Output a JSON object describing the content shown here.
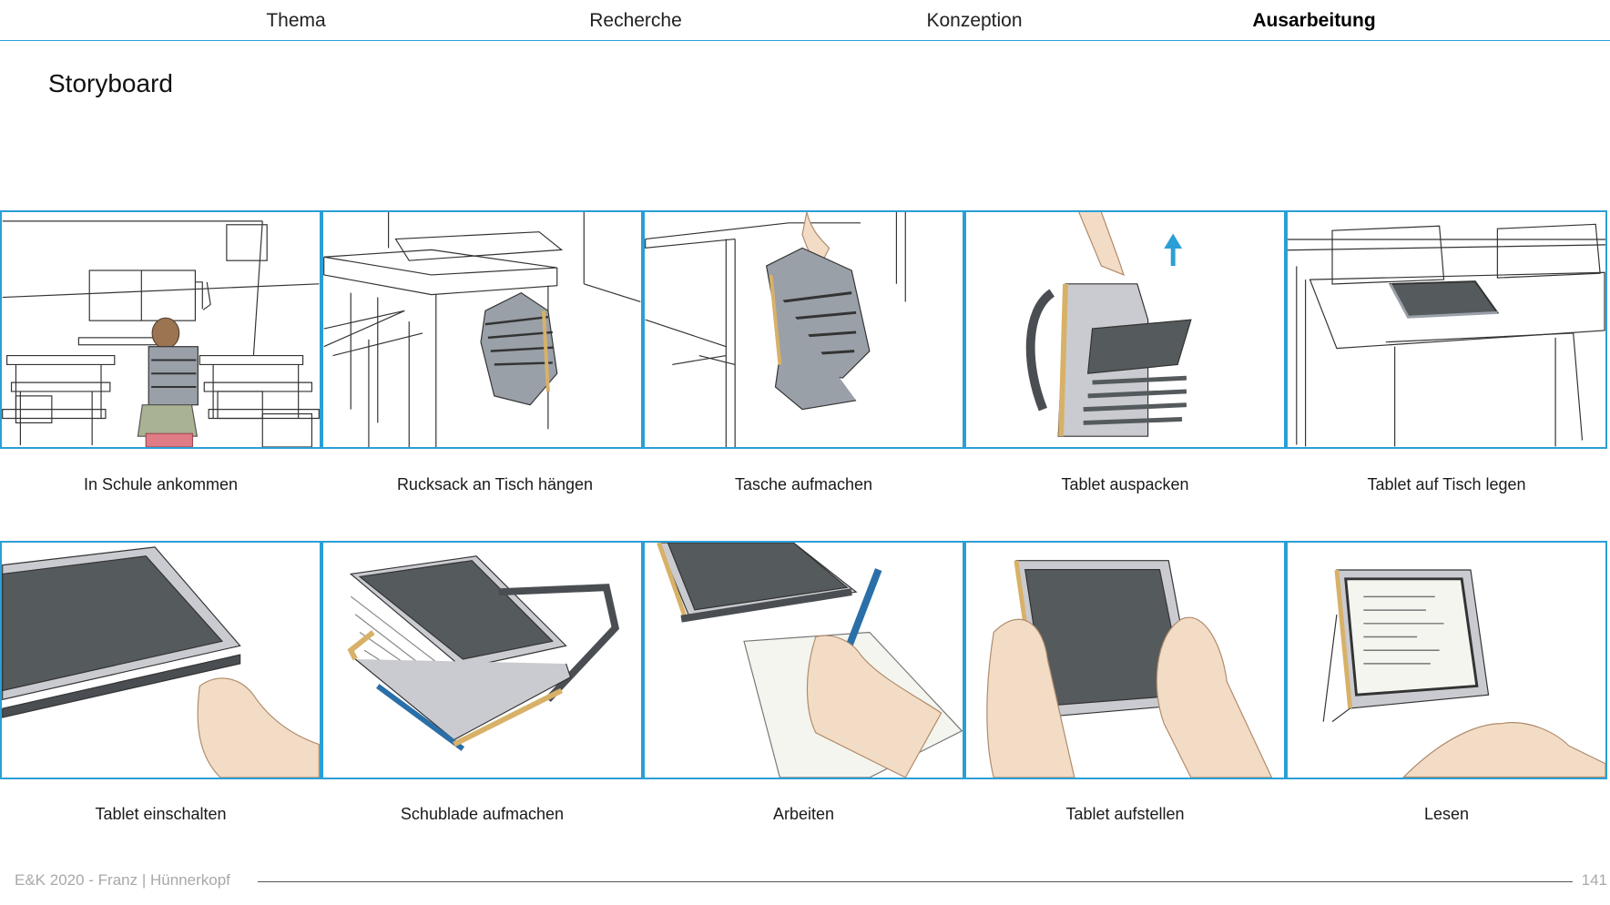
{
  "nav": {
    "items": [
      {
        "label": "Thema"
      },
      {
        "label": "Recherche"
      },
      {
        "label": "Konzeption"
      },
      {
        "label": "Ausarbeitung"
      }
    ],
    "active": "Ausarbeitung"
  },
  "page_title": "Storyboard",
  "storyboard": {
    "row1": [
      {
        "caption": "In Schule ankommen",
        "illustration": "classroom-arrival-illustration"
      },
      {
        "caption": "Rucksack an Tisch hängen",
        "illustration": "backpack-hanging-illustration"
      },
      {
        "caption": "Tasche aufmachen",
        "illustration": "bag-opening-illustration"
      },
      {
        "caption": "Tablet auspacken",
        "illustration": "tablet-unpacking-illustration"
      },
      {
        "caption": "Tablet auf Tisch legen",
        "illustration": "tablet-on-desk-illustration"
      }
    ],
    "row2": [
      {
        "caption": "Tablet einschalten",
        "illustration": "tablet-power-on-illustration"
      },
      {
        "caption": "Schublade aufmachen",
        "illustration": "drawer-opening-illustration"
      },
      {
        "caption": "Arbeiten",
        "illustration": "writing-illustration"
      },
      {
        "caption": "Tablet aufstellen",
        "illustration": "tablet-standing-illustration"
      },
      {
        "caption": "Lesen",
        "illustration": "reading-illustration"
      }
    ]
  },
  "footer": {
    "left": "E&K 2020  -  Franz | Hünnerkopf",
    "page": "141"
  },
  "colors": {
    "accent": "#2a9fd6",
    "tablet_dark": "#555a5c",
    "tablet_frame": "#c9cbd0",
    "gold": "#d8b168",
    "skin": "#f2dcc5"
  }
}
